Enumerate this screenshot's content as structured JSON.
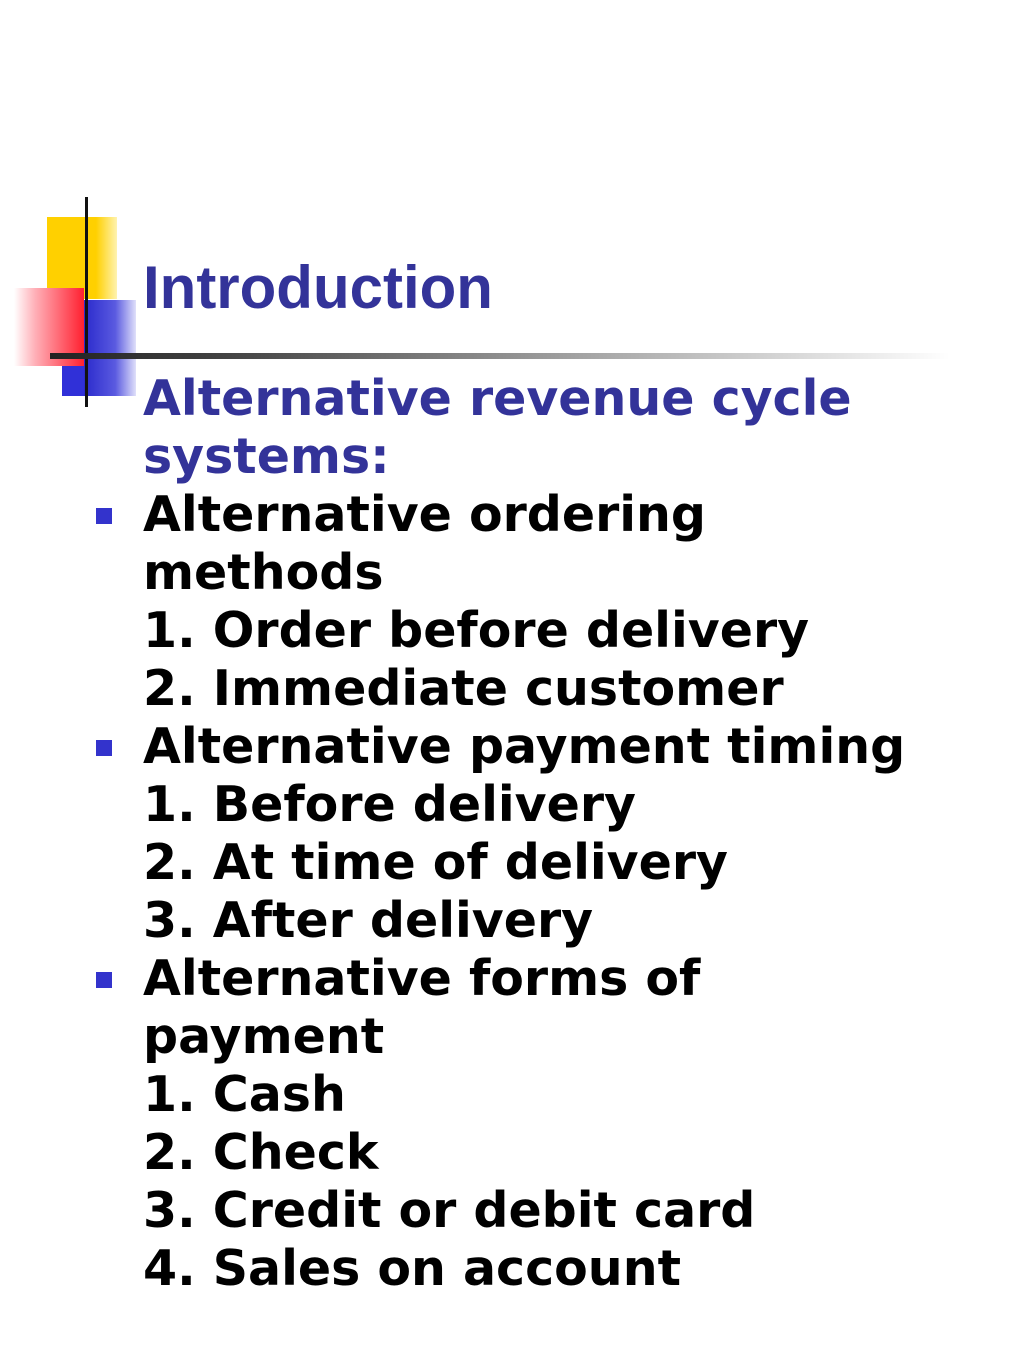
{
  "slide": {
    "title": "Introduction",
    "heading": [
      "Alternative revenue cycle",
      "systems:"
    ],
    "bullets": [
      {
        "label": [
          "Alternative ordering",
          "methods"
        ],
        "items": [
          "1. Order before delivery",
          "2. Immediate customer"
        ]
      },
      {
        "label": [
          "Alternative payment timing"
        ],
        "items": [
          "1. Before delivery",
          "2. At time of delivery",
          "3. After delivery"
        ]
      },
      {
        "label": [
          "Alternative forms of",
          "payment"
        ],
        "items": [
          "1. Cash",
          "2. Check",
          "3. Credit or debit card",
          "4. Sales on account"
        ]
      }
    ]
  },
  "colors": {
    "title": "#333399",
    "bullet": "#3333cc",
    "body_text": "#000000",
    "logo_yellow": "#ffd000",
    "logo_red": "#ff2030",
    "logo_blue": "#3030d8"
  }
}
